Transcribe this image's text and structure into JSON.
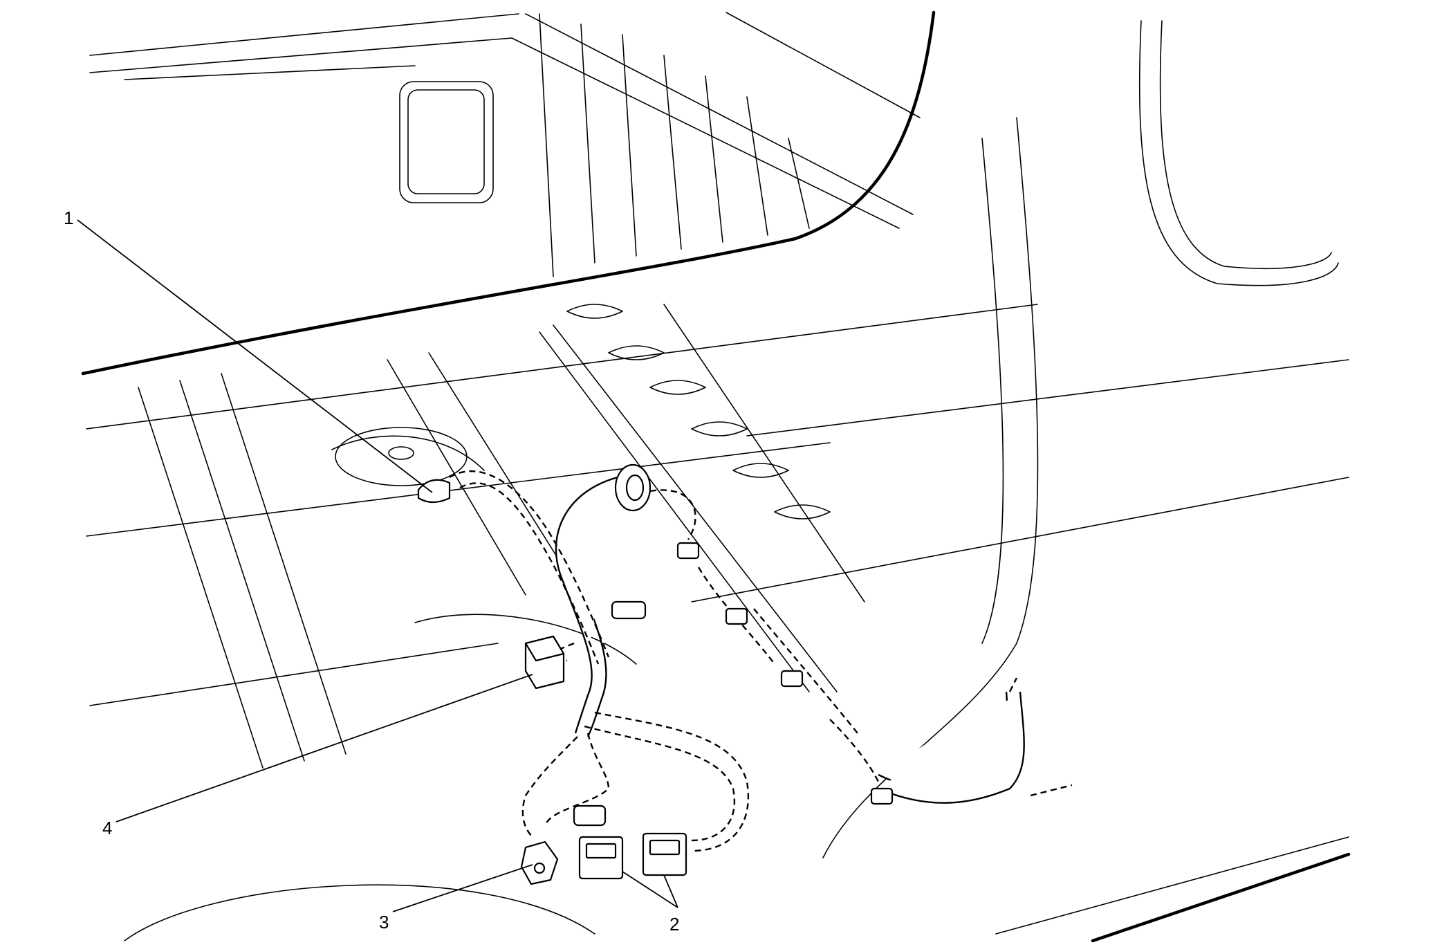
{
  "diagram": {
    "callouts": [
      {
        "id": "1",
        "label": "1"
      },
      {
        "id": "2",
        "label": "2"
      },
      {
        "id": "3",
        "label": "3"
      },
      {
        "id": "4",
        "label": "4"
      }
    ],
    "line_color": "#000000",
    "background": "#ffffff"
  }
}
